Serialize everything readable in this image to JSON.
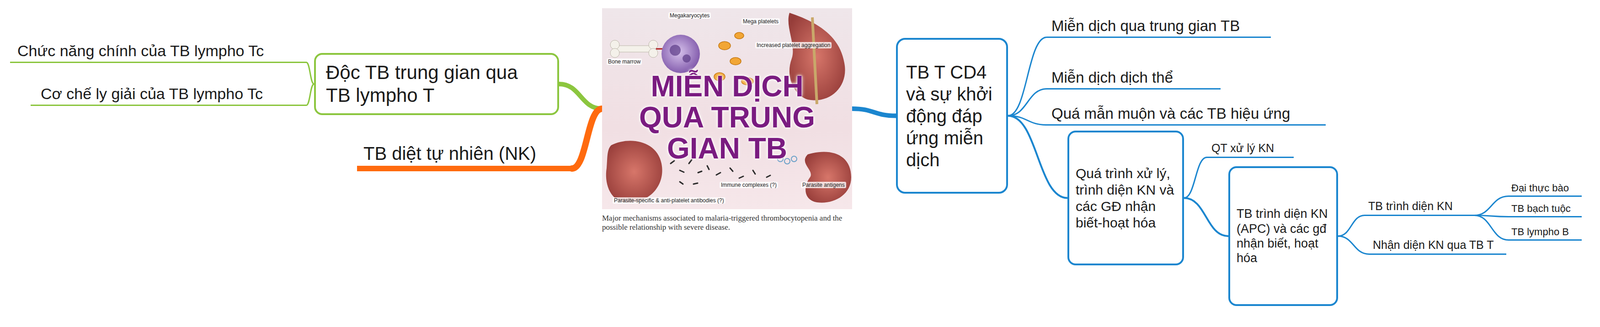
{
  "diagram": {
    "nodes": [
      {
        "text": [
          "MIỄN DỊCH QUA TRUNG GIAN TB"
        ]
      },
      {
        "text": [
          "Độc TB trung gian qua TB lympho T"
        ]
      },
      {
        "text": [
          "Chức năng chính của TB lympho Tc"
        ]
      },
      {
        "text": [
          "Cơ chế ly giải của TB lympho Tc"
        ]
      },
      {
        "text": [
          "TB diệt tự nhiên (NK)"
        ]
      },
      {
        "text": [
          "TB T CD4 và sự khởi động đáp ứng miễn dịch"
        ]
      },
      {
        "text": [
          "Miễn dịch qua trung gian TB"
        ]
      },
      {
        "text": [
          "Miễn dịch dịch thể"
        ]
      },
      {
        "text": [
          "Quá mẫn muộn và các TB hiệu ứng"
        ]
      },
      {
        "text": [
          "Quá trình xử lý, trình diện KN và các GĐ nhận biết-hoạt hóa"
        ]
      },
      {
        "text": [
          "QT xử lý KN"
        ]
      },
      {
        "text": [
          "TB trình diện KN (APC) và các gđ nhận biết, hoạt hóa"
        ]
      },
      {
        "text": [
          "TB trình diện KN"
        ]
      },
      {
        "text": [
          "Nhận diện KN qua TB T"
        ]
      },
      {
        "text": [
          "Đại thực bào"
        ]
      },
      {
        "text": [
          "TB bạch tuộc"
        ]
      },
      {
        "text": [
          "TB lympho B"
        ]
      }
    ],
    "edges": [
      {
        "from": 0,
        "to": 1,
        "arrow": "none"
      },
      {
        "from": 1,
        "to": 2,
        "arrow": "none"
      },
      {
        "from": 1,
        "to": 3,
        "arrow": "none"
      },
      {
        "from": 0,
        "to": 4,
        "arrow": "none"
      },
      {
        "from": 0,
        "to": 5,
        "arrow": "none"
      },
      {
        "from": 5,
        "to": 6,
        "arrow": "none"
      },
      {
        "from": 5,
        "to": 7,
        "arrow": "none"
      },
      {
        "from": 5,
        "to": 8,
        "arrow": "none"
      },
      {
        "from": 5,
        "to": 9,
        "arrow": "none"
      },
      {
        "from": 9,
        "to": 10,
        "arrow": "none"
      },
      {
        "from": 9,
        "to": 11,
        "arrow": "none"
      },
      {
        "from": 11,
        "to": 12,
        "arrow": "none"
      },
      {
        "from": 11,
        "to": 13,
        "arrow": "none"
      },
      {
        "from": 12,
        "to": 14,
        "arrow": "none"
      },
      {
        "from": 12,
        "to": 15,
        "arrow": "none"
      },
      {
        "from": 12,
        "to": 16,
        "arrow": "none"
      }
    ],
    "labels": [
      "Megakaryocytes",
      "Mega platelets",
      "Bone marrow",
      "Increased platelet aggregation",
      "Immune complexes (?)",
      "Parasite antigens",
      "Parasite-specific & anti-platelet antibodies (?)",
      "Major mechanisms associated to malaria-triggered thrombocytopenia and the possible relationship with severe disease."
    ]
  }
}
